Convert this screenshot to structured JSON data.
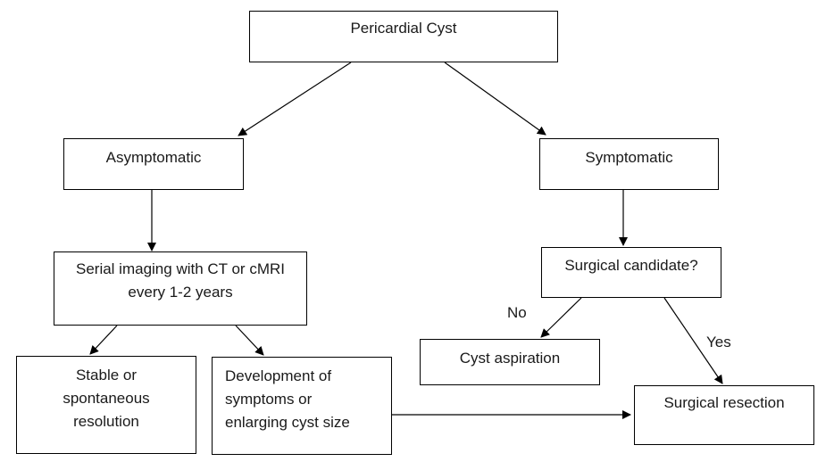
{
  "nodes": {
    "pericardial_cyst": "Pericardial Cyst",
    "asymptomatic": "Asymptomatic",
    "symptomatic": "Symptomatic",
    "serial_imaging": [
      "Serial imaging with CT or cMRI",
      "every 1-2 years"
    ],
    "stable": [
      "Stable or",
      "spontaneous",
      "resolution"
    ],
    "development": [
      "Development of",
      "symptoms or",
      "enlarging cyst size"
    ],
    "surgical_candidate": "Surgical candidate?",
    "cyst_aspiration": "Cyst aspiration",
    "surgical_resection": "Surgical resection"
  },
  "edge_labels": {
    "no": "No",
    "yes": "Yes"
  }
}
